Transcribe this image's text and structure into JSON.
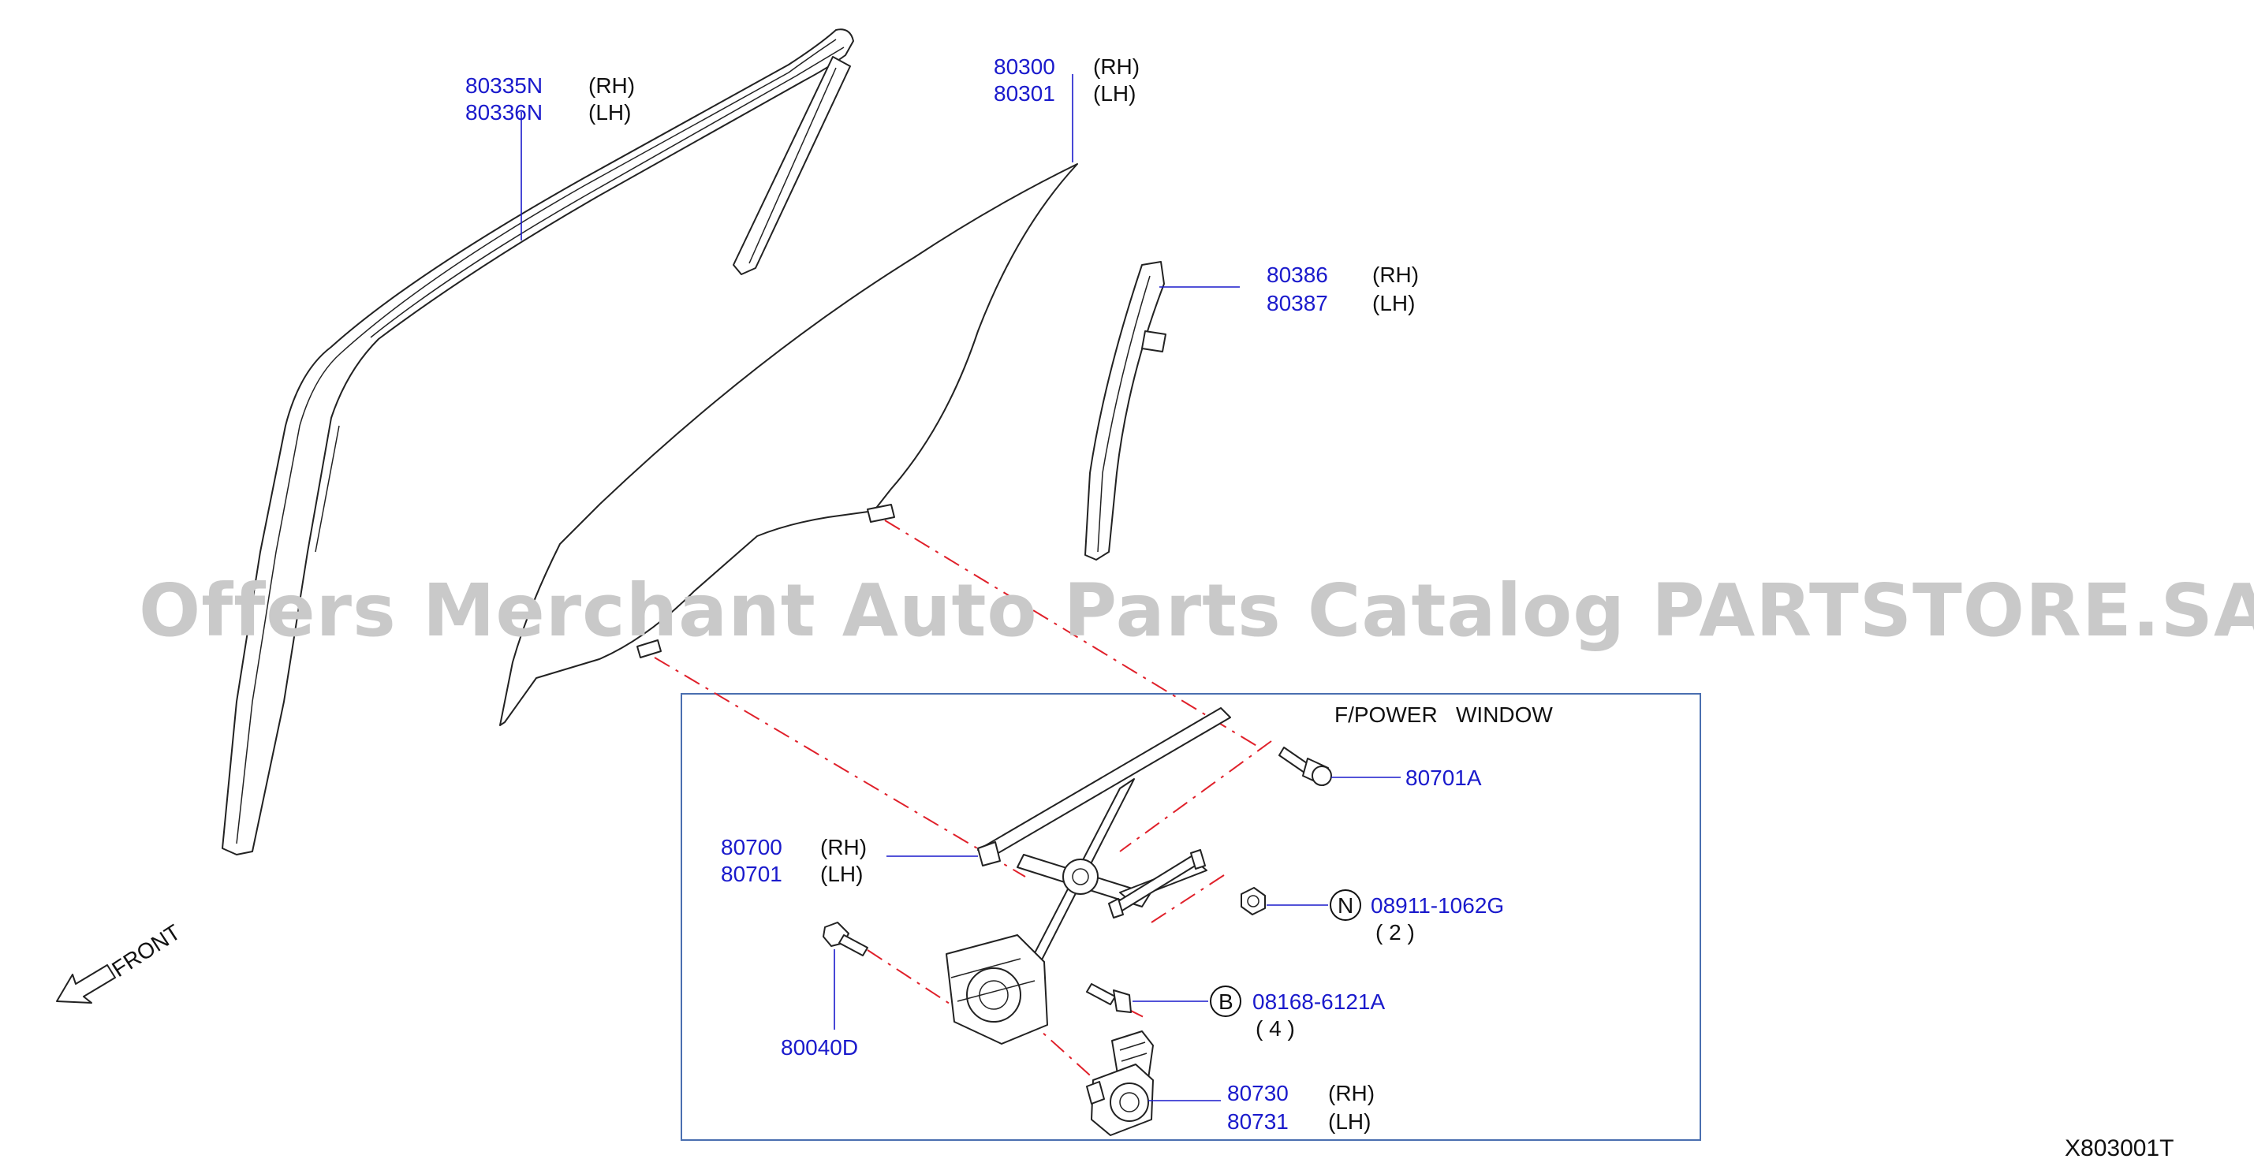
{
  "watermark": "Offers Merchant Auto Parts Catalog PARTSTORE.SA",
  "diagram_code": "X803001T",
  "front_label": "FRONT",
  "section": {
    "title": "F/POWER   WINDOW"
  },
  "parts": {
    "molding": {
      "num_rh": "80335N",
      "num_lh": "80336N",
      "side_rh": "(RH)",
      "side_lh": "(LH)"
    },
    "glass": {
      "num_rh": "80300",
      "num_lh": "80301",
      "side_rh": "(RH)",
      "side_lh": "(LH)"
    },
    "sash": {
      "num_rh": "80386",
      "num_lh": "80387",
      "side_rh": "(RH)",
      "side_lh": "(LH)"
    },
    "bolt_a": {
      "num": "80701A"
    },
    "regulator": {
      "num_rh": "80700",
      "num_lh": "80701",
      "side_rh": "(RH)",
      "side_lh": "(LH)"
    },
    "nut": {
      "ref": "N",
      "num": "08911-1062G",
      "qty": "( 2 )"
    },
    "screw": {
      "num": "80040D"
    },
    "bolt_b": {
      "ref": "B",
      "num": "08168-6121A",
      "qty": "( 4 )"
    },
    "motor": {
      "num_rh": "80730",
      "num_lh": "80731",
      "side_rh": "(RH)",
      "side_lh": "(LH)"
    }
  },
  "colors": {
    "part_number": "#1a1acc",
    "leader": "#1a1acc",
    "dash": "#e0202a",
    "box": "#4a6fb0",
    "watermark": "#c9c9c9"
  }
}
